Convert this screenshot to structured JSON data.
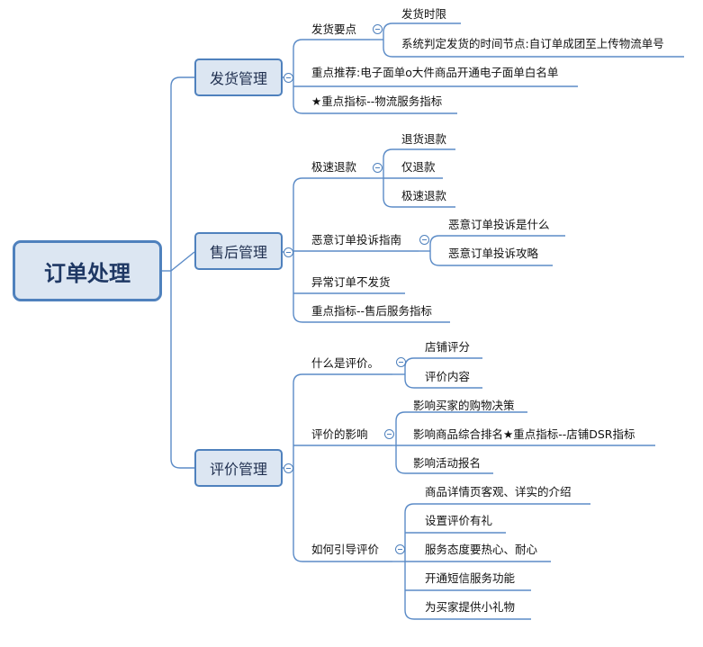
{
  "root": "订单处理",
  "branches": [
    {
      "label": "发货管理",
      "children": [
        {
          "label": "发货要点",
          "children": [
            {
              "label": "发货时限"
            },
            {
              "label": "系统判定发货的时间节点:自订单成团至上传物流单号"
            }
          ]
        },
        {
          "label": "重点推荐:电子面单o大件商品开通电子面单白名单"
        },
        {
          "label": "★重点指标--物流服务指标"
        }
      ]
    },
    {
      "label": "售后管理",
      "children": [
        {
          "label": "极速退款",
          "children": [
            {
              "label": "退货退款"
            },
            {
              "label": "仅退款"
            },
            {
              "label": "极速退款"
            }
          ]
        },
        {
          "label": "恶意订单投诉指南",
          "children": [
            {
              "label": "恶意订单投诉是什么"
            },
            {
              "label": "恶意订单投诉攻略"
            }
          ]
        },
        {
          "label": "异常订单不发货"
        },
        {
          "label": "重点指标--售后服务指标"
        }
      ]
    },
    {
      "label": "评价管理",
      "children": [
        {
          "label": "什么是评价。",
          "children": [
            {
              "label": "店铺评分"
            },
            {
              "label": "评价内容"
            }
          ]
        },
        {
          "label": "评价的影响",
          "children": [
            {
              "label": "影响买家的购物决策"
            },
            {
              "label": "影响商品综合排名★重点指标--店铺DSR指标"
            },
            {
              "label": "影响活动报名"
            }
          ]
        },
        {
          "label": "如何引导评价",
          "children": [
            {
              "label": "商品详情页客观、详实的介绍"
            },
            {
              "label": "设置评价有礼"
            },
            {
              "label": "服务态度要热心、耐心"
            },
            {
              "label": "开通短信服务功能"
            },
            {
              "label": "为买家提供小礼物"
            }
          ]
        }
      ]
    }
  ]
}
